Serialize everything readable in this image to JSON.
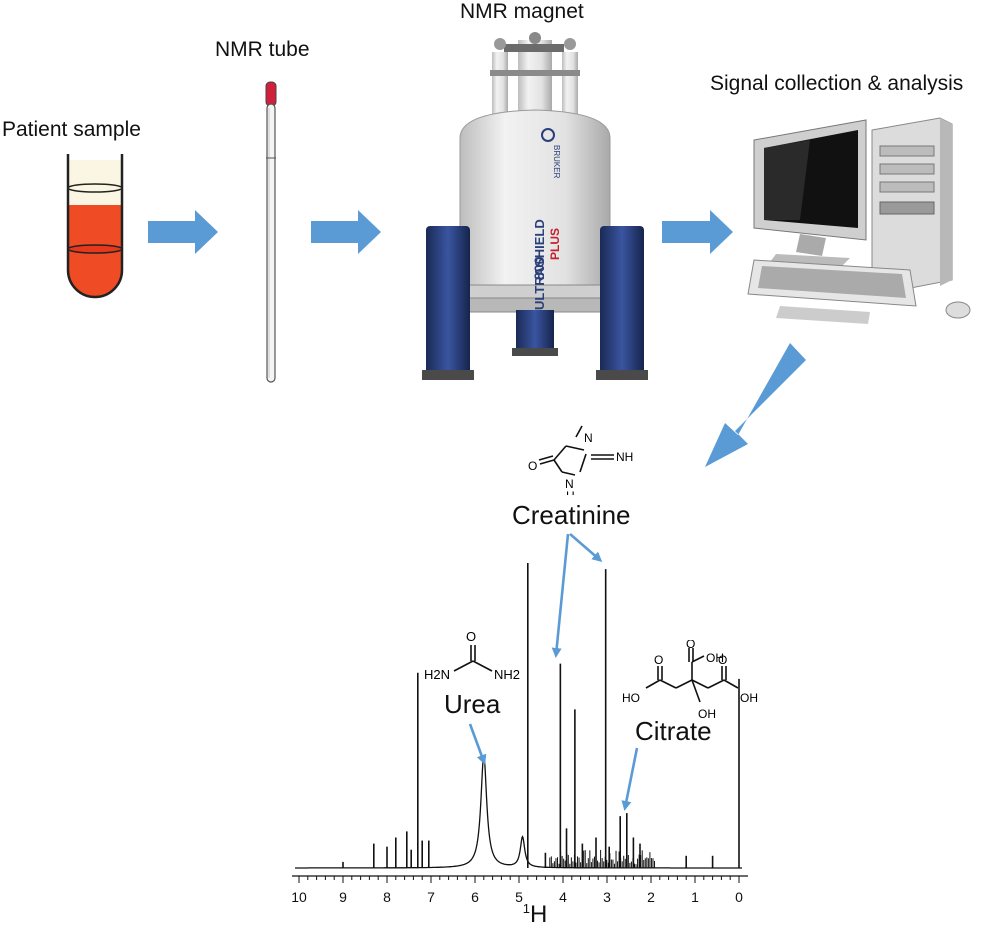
{
  "stages": {
    "patient_sample": "Patient sample",
    "nmr_tube": "NMR tube",
    "nmr_magnet": "NMR magnet",
    "signal_collection": "Signal collection & analysis"
  },
  "magnet_branding": {
    "maker": "BRUKER",
    "model": "ULTRASHIELD",
    "model_suffix": "PLUS",
    "frequency": "800"
  },
  "compounds": {
    "creatinine": {
      "name": "Creatinine",
      "atoms": [
        "NH",
        "N",
        "O"
      ]
    },
    "urea": {
      "name": "Urea",
      "atoms": [
        "O",
        "H2N",
        "NH2"
      ]
    },
    "citrate": {
      "name": "Citrate",
      "atoms": [
        "O",
        "OH",
        "HO",
        "O",
        "O",
        "OH",
        "OH"
      ]
    }
  },
  "colors": {
    "arrow": "#5b9bd5",
    "blood": "#ef4b24",
    "plasma": "#fbf6e4",
    "cap": "#d0203a",
    "magnet_body": "#e4e4e4",
    "magnet_legs": "#23356a"
  },
  "chart_data": {
    "type": "line",
    "xlabel": "1H",
    "xlim": [
      10,
      0
    ],
    "x_reversed": true,
    "ticks": [
      "10",
      "9",
      "8",
      "7",
      "6",
      "5",
      "4",
      "3",
      "2",
      "1",
      "0"
    ],
    "peaks": [
      {
        "ppm": 9.0,
        "intensity": 0.02
      },
      {
        "ppm": 8.3,
        "intensity": 0.08
      },
      {
        "ppm": 8.0,
        "intensity": 0.07
      },
      {
        "ppm": 7.8,
        "intensity": 0.1
      },
      {
        "ppm": 7.55,
        "intensity": 0.12
      },
      {
        "ppm": 7.45,
        "intensity": 0.06
      },
      {
        "ppm": 7.3,
        "intensity": 0.64
      },
      {
        "ppm": 7.2,
        "intensity": 0.09
      },
      {
        "ppm": 7.05,
        "intensity": 0.09
      },
      {
        "ppm": 4.8,
        "intensity": 1.0
      },
      {
        "ppm": 4.4,
        "intensity": 0.05
      },
      {
        "ppm": 4.06,
        "intensity": 0.67
      },
      {
        "ppm": 3.92,
        "intensity": 0.13
      },
      {
        "ppm": 3.73,
        "intensity": 0.52
      },
      {
        "ppm": 3.56,
        "intensity": 0.08
      },
      {
        "ppm": 3.25,
        "intensity": 0.1
      },
      {
        "ppm": 3.03,
        "intensity": 0.98
      },
      {
        "ppm": 2.95,
        "intensity": 0.07
      },
      {
        "ppm": 2.7,
        "intensity": 0.17
      },
      {
        "ppm": 2.55,
        "intensity": 0.18
      },
      {
        "ppm": 2.4,
        "intensity": 0.1
      },
      {
        "ppm": 2.25,
        "intensity": 0.08
      },
      {
        "ppm": 1.2,
        "intensity": 0.04
      },
      {
        "ppm": 0.6,
        "intensity": 0.04
      },
      {
        "ppm": 0.0,
        "intensity": 0.62
      }
    ],
    "broad_peaks": [
      {
        "ppm": 5.8,
        "intensity": 0.37,
        "width": 0.08
      },
      {
        "ppm": 4.92,
        "intensity": 0.1,
        "width": 0.06
      }
    ]
  }
}
